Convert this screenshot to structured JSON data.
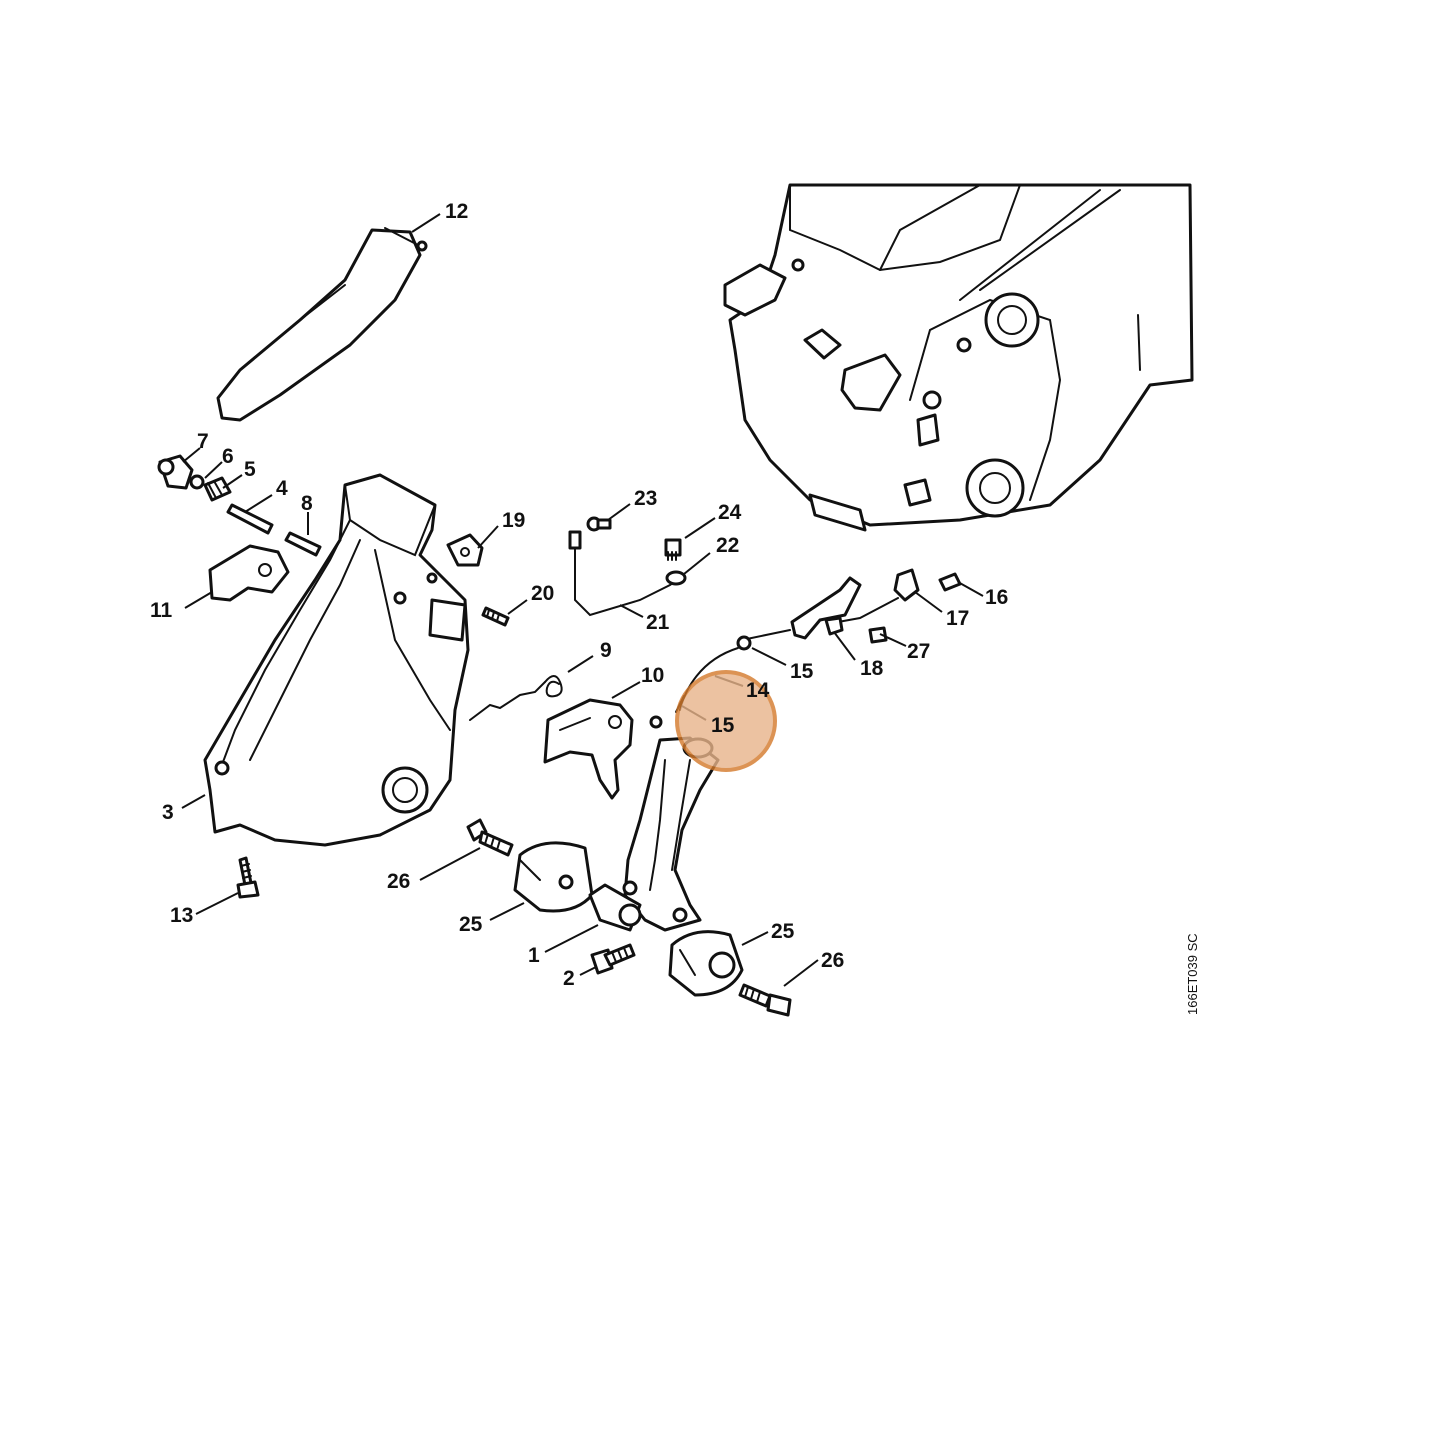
{
  "diagram": {
    "drawing_code": "166ET039 SC",
    "highlight_color": "#d4792a",
    "highlight_fill": "#e8b48a",
    "highlight_label": "15",
    "labels": [
      "12",
      "7",
      "6",
      "5",
      "4",
      "8",
      "19",
      "23",
      "24",
      "22",
      "11",
      "20",
      "21",
      "9",
      "10",
      "16",
      "17",
      "27",
      "18",
      "15",
      "14",
      "15",
      "3",
      "26",
      "13",
      "25",
      "1",
      "2",
      "25",
      "26"
    ]
  }
}
